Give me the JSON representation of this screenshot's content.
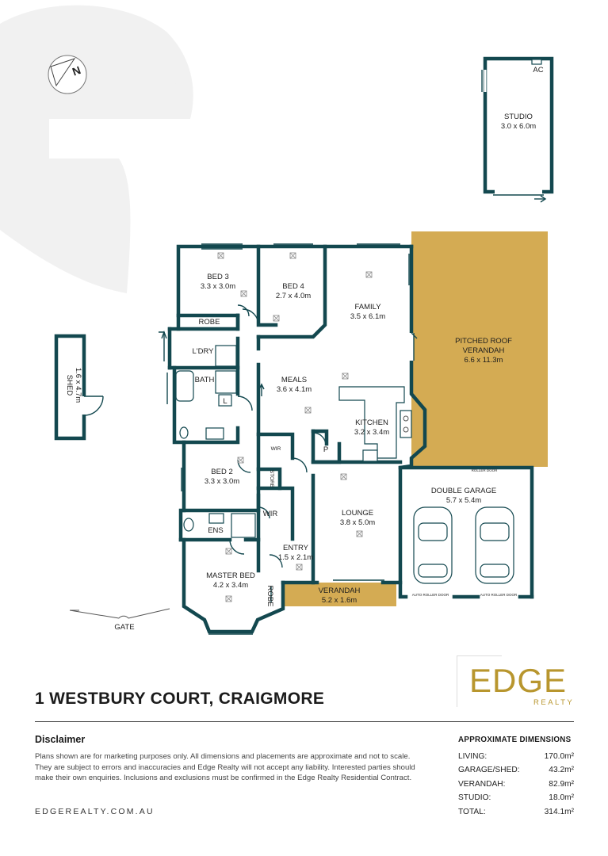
{
  "property": {
    "title": "1 WESTBURY COURT, CRAIGMORE",
    "website": "EDGEREALTY.COM.AU"
  },
  "brand": {
    "logo_word": "EDGE",
    "logo_sub": "REALTY",
    "gold": "#b8962e",
    "wall_color": "#13484f",
    "verandah_fill": "#d4ab53"
  },
  "disclaimer": {
    "heading": "Disclaimer",
    "text": "Plans shown are for marketing purposes only. All dimensions and placements are approximate and not to scale. They are subject to errors and inaccuracies and Edge Realty will not accept any liability. Interested parties should make their own enquiries. Inclusions and exclusions must be confirmed in the Edge Realty Residential Contract."
  },
  "dimensions": {
    "heading": "APPROXIMATE DIMENSIONS",
    "rows": [
      {
        "label": "LIVING:",
        "value": "170.0m²"
      },
      {
        "label": "GARAGE/SHED:",
        "value": "43.2m²"
      },
      {
        "label": "VERANDAH:",
        "value": "82.9m²"
      },
      {
        "label": "STUDIO:",
        "value": "18.0m²"
      },
      {
        "label": "TOTAL:",
        "value": "314.1m²"
      }
    ]
  },
  "plan": {
    "compass_label": "N",
    "rooms": {
      "studio": {
        "name": "STUDIO",
        "size": "3.0 x 6.0m"
      },
      "ac": {
        "name": "AC"
      },
      "bed3": {
        "name": "BED 3",
        "size": "3.3 x 3.0m"
      },
      "bed4": {
        "name": "BED 4",
        "size": "2.7 x 4.0m"
      },
      "family": {
        "name": "FAMILY",
        "size": "3.5 x 6.1m"
      },
      "pitched": {
        "name": "PITCHED ROOF",
        "name2": "VERANDAH",
        "size": "6.6 x 11.3m"
      },
      "robe_top": {
        "name": "ROBE"
      },
      "ldry": {
        "name": "L'DRY"
      },
      "bath": {
        "name": "BATH"
      },
      "l_box": {
        "name": "L"
      },
      "meals": {
        "name": "MEALS",
        "size": "3.6 x 4.1m"
      },
      "kitchen": {
        "name": "KITCHEN",
        "size": "3.2 x 3.4m"
      },
      "pantry": {
        "name": "P"
      },
      "shed": {
        "name": "SHED",
        "size": "1.6 x 4.7m"
      },
      "wir_small": {
        "name": "WIR"
      },
      "store": {
        "name": "STORE"
      },
      "bed2": {
        "name": "BED 2",
        "size": "3.3 x 3.0m"
      },
      "roller_door": {
        "name": "ROLLER DOOR"
      },
      "garage": {
        "name": "DOUBLE GARAGE",
        "size": "5.7 x 5.4m"
      },
      "lounge": {
        "name": "LOUNGE",
        "size": "3.8 x 5.0m"
      },
      "wir": {
        "name": "WIR"
      },
      "ens": {
        "name": "ENS"
      },
      "entry": {
        "name": "ENTRY",
        "size": "1.5 x 2.1m"
      },
      "master": {
        "name": "MASTER BED",
        "size": "4.2 x 3.4m"
      },
      "robe_master": {
        "name": "ROBE"
      },
      "verandah": {
        "name": "VERANDAH",
        "size": "5.2 x 1.6m"
      },
      "auto_door_1": {
        "name": "AUTO ROLLER DOOR"
      },
      "auto_door_2": {
        "name": "AUTO ROLLER DOOR"
      },
      "gate": {
        "name": "GATE"
      }
    }
  }
}
